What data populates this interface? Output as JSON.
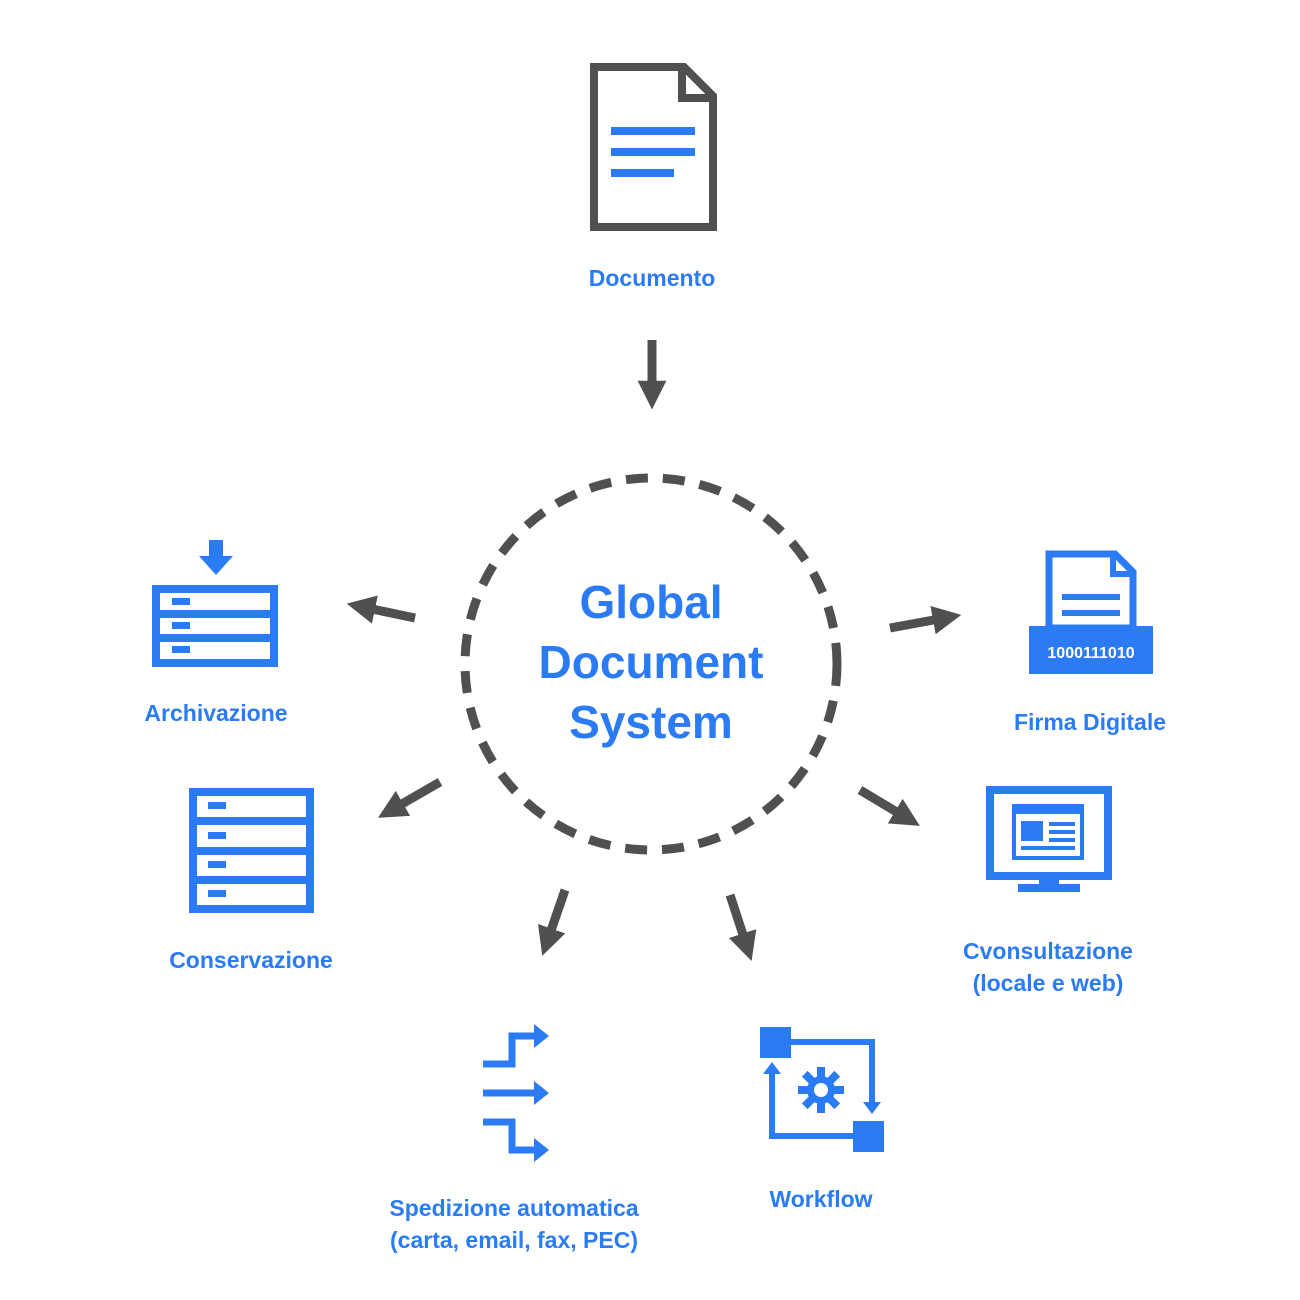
{
  "colors": {
    "accent": "#2b7bf5",
    "dark": "#505050"
  },
  "center": {
    "lines": [
      "Global",
      "Document",
      "System"
    ]
  },
  "nodes": {
    "documento": {
      "label": "Documento",
      "icon": "document-icon"
    },
    "archivazione": {
      "label": "Archivazione",
      "icon": "archive-server-icon"
    },
    "conservazione": {
      "label": "Conservazione",
      "icon": "server-stack-icon"
    },
    "firma_digitale": {
      "label": "Firma Digitale",
      "icon": "signed-document-icon",
      "binary": "1000111010"
    },
    "consultazione": {
      "lines": [
        "Cvonsultazione",
        "(locale e web)"
      ],
      "icon": "monitor-icon"
    },
    "spedizione": {
      "lines": [
        "Spedizione automatica",
        "(carta, email, fax, PEC)"
      ],
      "icon": "routing-arrows-icon"
    },
    "workflow": {
      "label": "Workflow",
      "icon": "workflow-gear-icon"
    }
  }
}
